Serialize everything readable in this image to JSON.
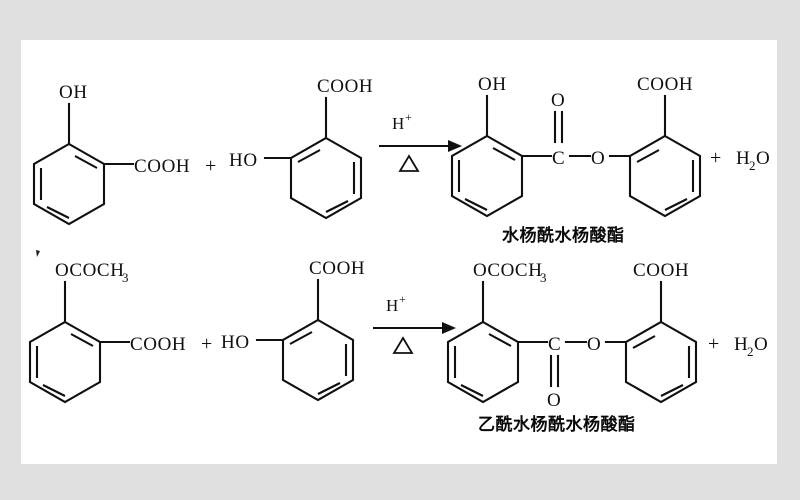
{
  "page": {
    "background_color": "#e0e0e0",
    "canvas_color": "#ffffff",
    "ink_color": "#101010",
    "title": "Salicylic acid esterification reaction schemes"
  },
  "reactions": [
    {
      "id": "reaction-1",
      "name": "salicylsalicylate-formation",
      "reactant_1": {
        "name": "salicylic-acid",
        "top_group": "OH",
        "side_group": "COOH"
      },
      "plus_1": "+",
      "reactant_2": {
        "name": "salicylic-acid",
        "top_group": "COOH",
        "side_group": "HO"
      },
      "arrow": {
        "above": "H",
        "above_superscript": "+",
        "below": "△"
      },
      "product": {
        "name": "salicylsalicylate-ester",
        "left_ring_top_group": "OH",
        "carbonyl_oxygen": "O",
        "carbonyl_carbon": "C",
        "carbonyl_direction": "up",
        "ester_oxygen": "O",
        "right_ring_top_group": "COOH",
        "label_cn": "水杨酰水杨酸酯"
      },
      "plus_2": "+",
      "byproduct": {
        "name": "water",
        "formula_main": "H",
        "formula_sub": "2",
        "formula_tail": "O"
      }
    },
    {
      "id": "reaction-2",
      "name": "acetylsalicylsalicylate-formation",
      "reactant_1": {
        "name": "acetylsalicylic-acid",
        "top_group": "OCOCH",
        "top_group_sub": "3",
        "side_group": "COOH"
      },
      "plus_1": "+",
      "reactant_2": {
        "name": "salicylic-acid",
        "top_group": "COOH",
        "side_group": "HO"
      },
      "arrow": {
        "above": "H",
        "above_superscript": "+",
        "below": "△"
      },
      "product": {
        "name": "acetylsalicylsalicylate-ester",
        "left_ring_top_group": "OCOCH",
        "left_ring_top_group_sub": "3",
        "carbonyl_oxygen": "O",
        "carbonyl_carbon": "C",
        "carbonyl_direction": "down",
        "ester_oxygen": "O",
        "right_ring_top_group": "COOH",
        "label_cn": "乙酰水杨酰水杨酸酯"
      },
      "plus_2": "+",
      "byproduct": {
        "name": "water",
        "formula_main": "H",
        "formula_sub": "2",
        "formula_tail": "O"
      }
    }
  ]
}
